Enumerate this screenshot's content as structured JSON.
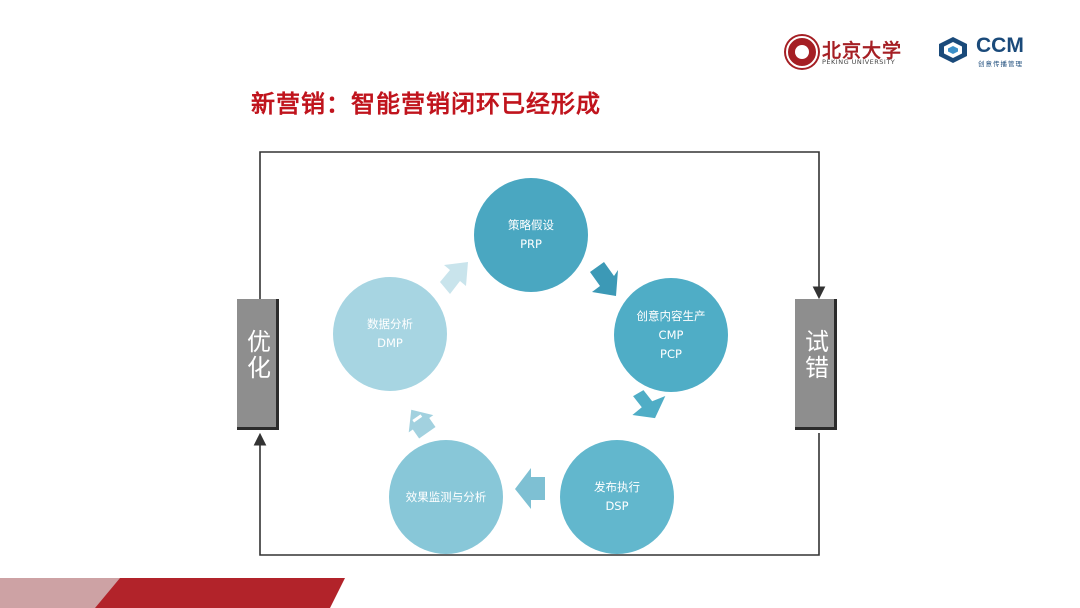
{
  "header": {
    "pku_logo_text": "北京大学",
    "pku_logo_en": "PEKING UNIVERSITY",
    "ccm_logo_text": "CCM",
    "ccm_logo_sub": "创意传播管理"
  },
  "slide": {
    "title": "新营销：智能营销闭环已经形成"
  },
  "diagram": {
    "left_box": "优化",
    "right_box": "试错",
    "nodes": [
      {
        "line1": "策略假设",
        "line2": "PRP",
        "line3": ""
      },
      {
        "line1": "创意内容生产",
        "line2": "CMP",
        "line3": "PCP"
      },
      {
        "line1": "发布执行",
        "line2": "DSP",
        "line3": ""
      },
      {
        "line1": "效果监测与分析",
        "line2": "",
        "line3": ""
      },
      {
        "line1": "数据分析",
        "line2": "DMP",
        "line3": ""
      }
    ]
  },
  "colors": {
    "title_red": "#c0141d",
    "node_strategy": "#4aa7c1",
    "node_creative": "#4fadc6",
    "node_publish": "#62b7cd",
    "node_monitor": "#88c7d8",
    "node_analysis": "#a7d5e2",
    "side_box_gray": "#8e8e8e",
    "band_red": "#b2232a"
  }
}
